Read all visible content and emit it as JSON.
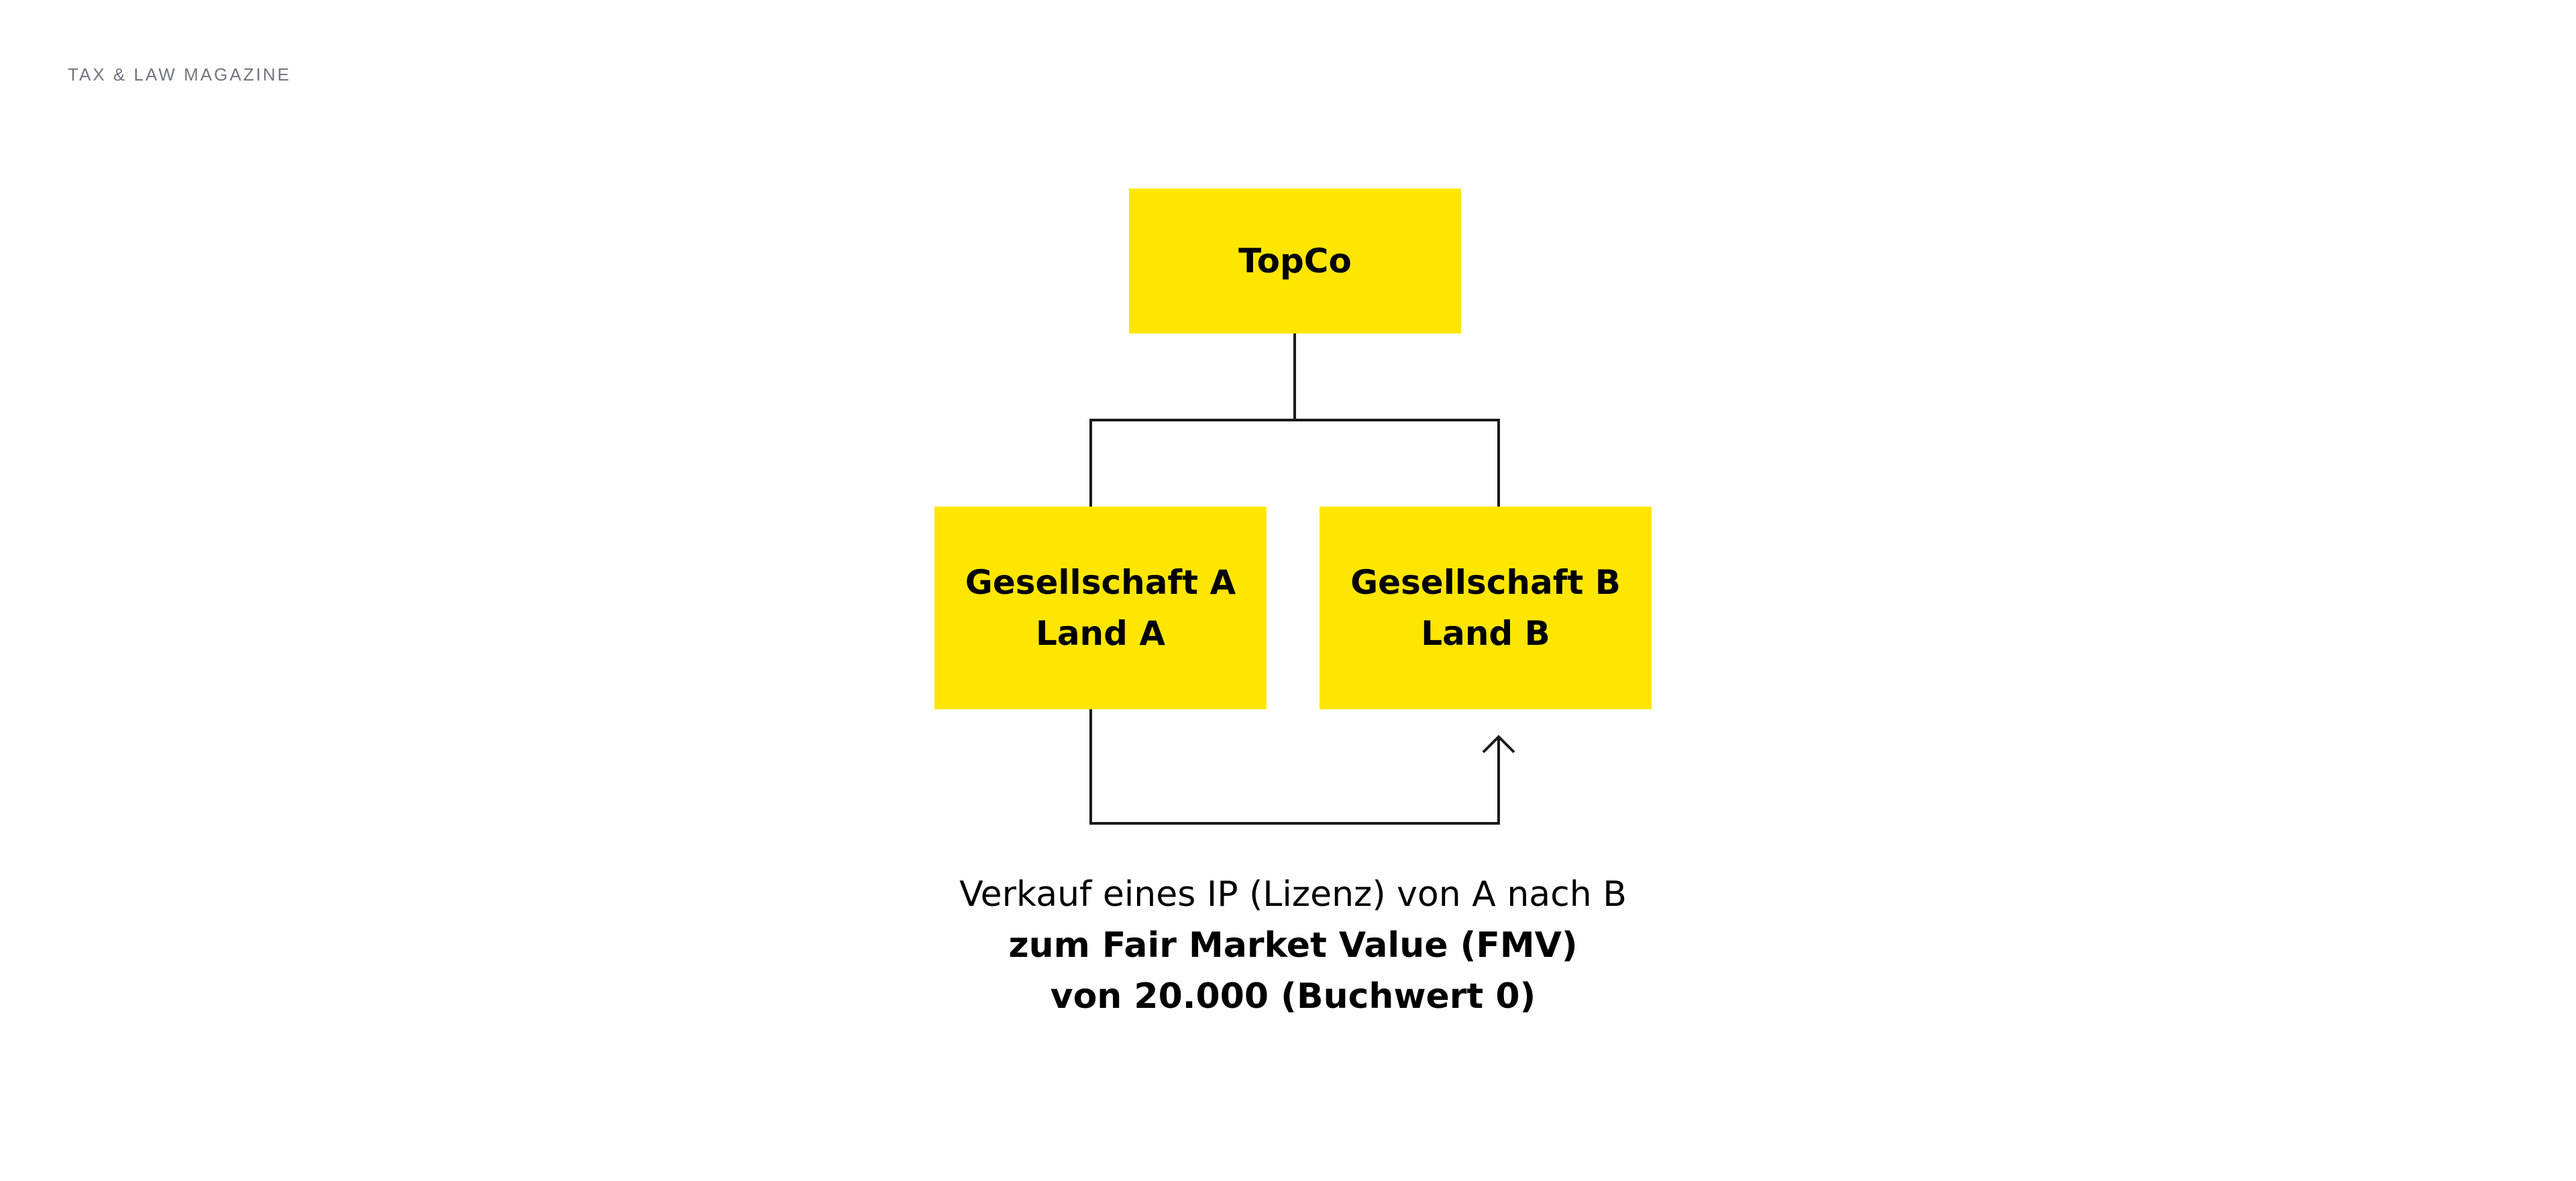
{
  "header": {
    "brand": "TAX & LAW MAGAZINE"
  },
  "diagram": {
    "parent": {
      "label": "TopCo"
    },
    "children": [
      {
        "name": "Gesellschaft A",
        "country": "Land A"
      },
      {
        "name": "Gesellschaft B",
        "country": "Land B"
      }
    ],
    "transaction": {
      "line1": "Verkauf eines IP (Lizenz) von A nach B",
      "line2": "zum Fair Market Value (FMV)",
      "line3": "von 20.000 (Buchwert 0)"
    }
  },
  "colors": {
    "box_fill": "#ffe600",
    "text": "#000000",
    "connector": "#1a1a1a",
    "brand_text": "#747480",
    "background": "#ffffff"
  }
}
